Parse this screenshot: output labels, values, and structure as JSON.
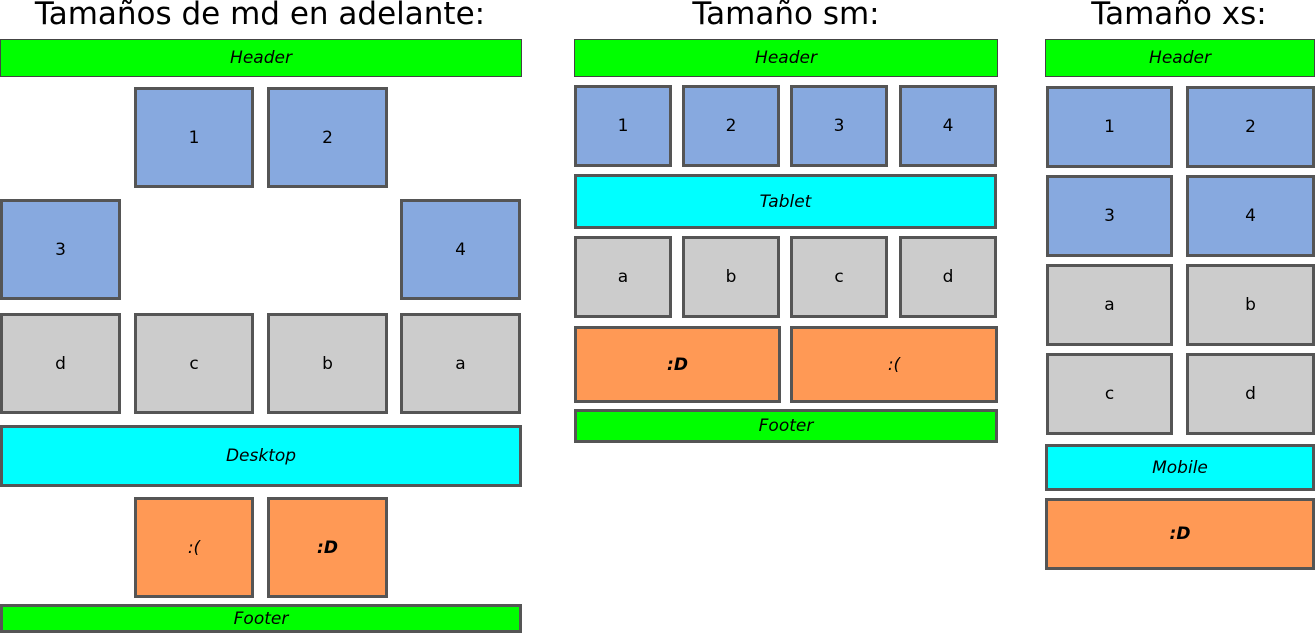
{
  "titles": {
    "md": "Tamaños de md en adelante:",
    "sm": "Tamaño sm:",
    "xs": "Tamaño xs:"
  },
  "labels": {
    "header": "Header",
    "footer": "Footer",
    "desktop": "Desktop",
    "tablet": "Tablet",
    "mobile": "Mobile",
    "happy": ":D",
    "sad": ":(",
    "n1": "1",
    "n2": "2",
    "n3": "3",
    "n4": "4",
    "a": "a",
    "b": "b",
    "c": "c",
    "d": "d"
  },
  "colors": {
    "header_footer": "#00ff00",
    "numbered": "#87a9df",
    "lettered": "#cccccc",
    "device": "#00ffff",
    "faces": "#ff9955",
    "border": "#555555"
  }
}
